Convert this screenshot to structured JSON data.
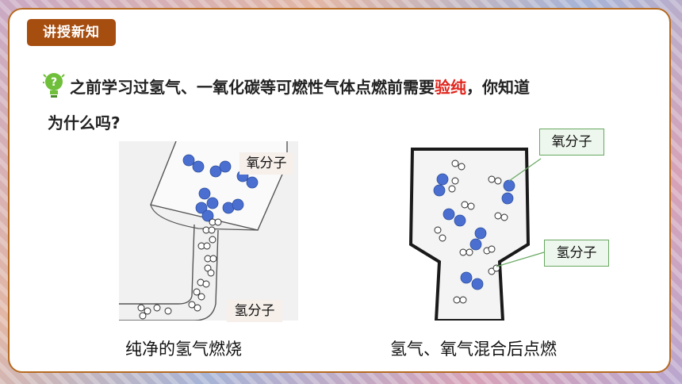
{
  "badge": "讲授新知",
  "question": {
    "line1_before": "之前学习过氢气、一氧化碳等可燃性气体点燃前需要",
    "line1_highlight": "验纯",
    "line1_after": "，你知道",
    "line2": "为什么吗?"
  },
  "left_figure": {
    "label_oxygen": "氧分子",
    "label_hydrogen": "氢分子",
    "caption": "纯净的氢气燃烧"
  },
  "right_figure": {
    "label_oxygen": "氧分子",
    "label_hydrogen": "氢分子",
    "caption": "氢气、氧气混合后点燃"
  },
  "colors": {
    "badge": "#a64d10",
    "frame": "#b66a1f",
    "highlight": "#e0241c",
    "oxygen_molecule": "#4a6fd1",
    "label_border": "#67a860"
  }
}
